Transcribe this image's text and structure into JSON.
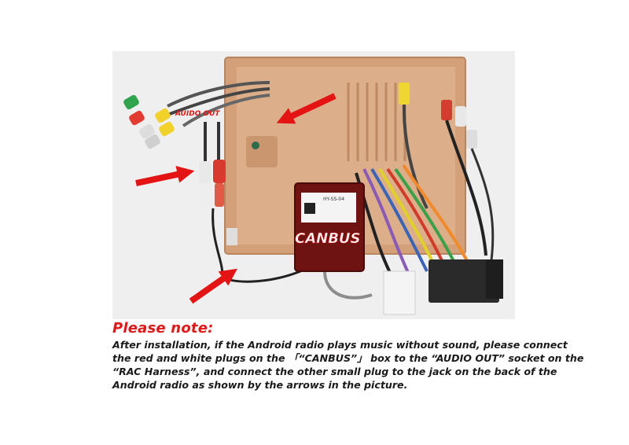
{
  "photo": {
    "audio_out_label": "AUIDO OUT",
    "canbus_label": "CANBUS",
    "box_model": "HY-SS-04"
  },
  "note": {
    "title": "Please note:",
    "lines": [
      "After installation, if the Android radio plays music without sound, please connect",
      "the red and white plugs on the 「“CANBUS”」 box to the “AUDIO OUT” socket on the",
      "“RAC Harness”, and connect the other small plug to the jack on the back of the",
      "Android radio as shown by the arrows in the picture."
    ]
  },
  "colors": {
    "arrow": "#e41414",
    "plate": "#d7a57e",
    "canbus_box": "#7a1414"
  }
}
